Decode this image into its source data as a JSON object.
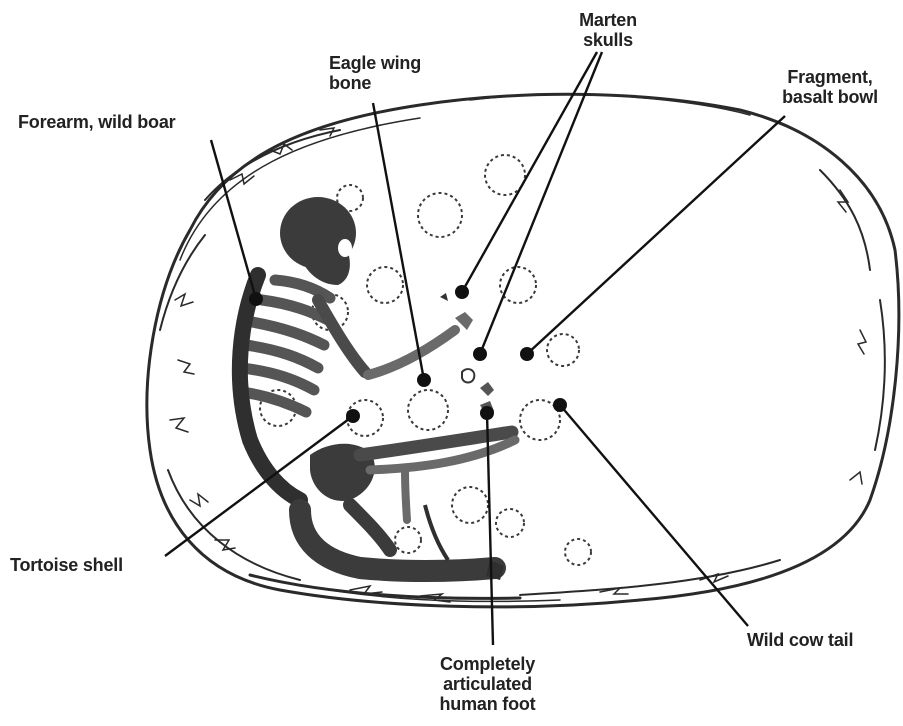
{
  "labels": {
    "marten_skulls_1": "Marten",
    "marten_skulls_2": "skulls",
    "eagle_wing_bone_1": "Eagle wing",
    "eagle_wing_bone_2": "bone",
    "fragment_basalt_bowl_1": "Fragment,",
    "fragment_basalt_bowl_2": "basalt bowl",
    "forearm_wild_boar": "Forearm, wild boar",
    "tortoise_shell": "Tortoise shell",
    "wild_cow_tail": "Wild cow tail",
    "human_foot_1": "Completely",
    "human_foot_2": "articulated",
    "human_foot_3": "human foot"
  },
  "colors": {
    "text": "#222222",
    "leader_line": "#111111",
    "skeleton": "#3b3b3b",
    "bone_light": "#6a6a6a",
    "outline": "#2a2a2a"
  }
}
